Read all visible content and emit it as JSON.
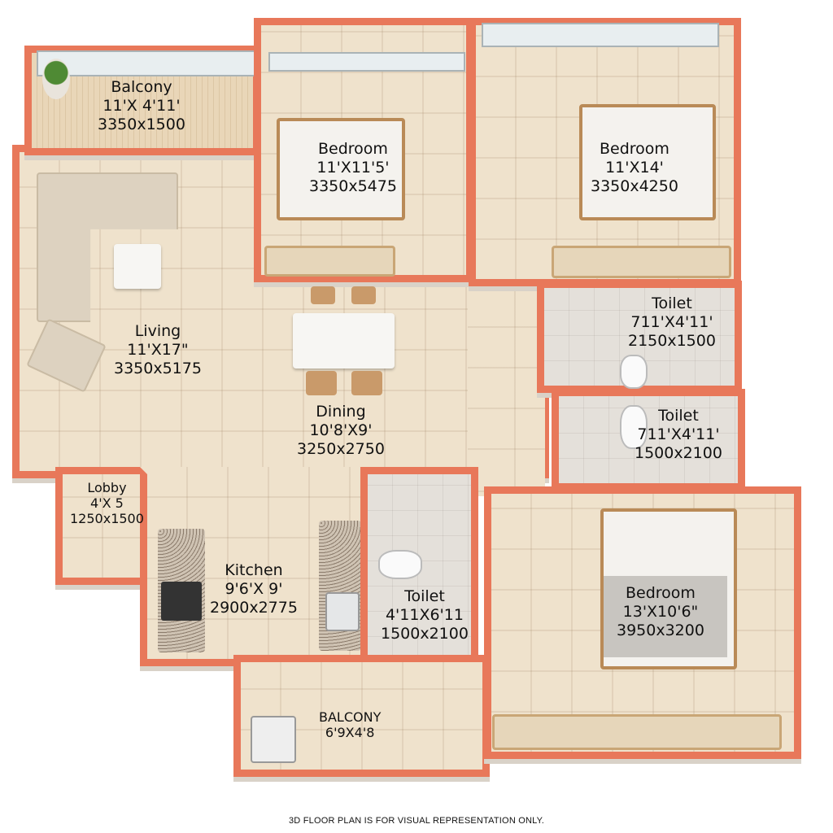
{
  "colors": {
    "wall": "#e8785a",
    "floor": "#efe2cc",
    "furniture_wood": "#b98a57"
  },
  "rooms": [
    {
      "name": "Balcony",
      "size_ft": "11'X 4'11'",
      "size_mm": "3350x1500"
    },
    {
      "name": "Bedroom",
      "size_ft": "11'X11'5'",
      "size_mm": "3350x5475"
    },
    {
      "name": "Bedroom",
      "size_ft": "11'X14'",
      "size_mm": "3350x4250"
    },
    {
      "name": "Living",
      "size_ft": "11'X17\"",
      "size_mm": "3350x5175"
    },
    {
      "name": "Toilet",
      "size_ft": "711'X4'11'",
      "size_mm": "2150x1500"
    },
    {
      "name": "Dining",
      "size_ft": "10'8'X9'",
      "size_mm": "3250x2750"
    },
    {
      "name": "Toilet",
      "size_ft": "711'X4'11'",
      "size_mm": "1500x2100"
    },
    {
      "name": "Lobby",
      "size_ft": "4'X 5",
      "size_mm": "1250x1500"
    },
    {
      "name": "Kitchen",
      "size_ft": "9'6'X 9'",
      "size_mm": "2900x2775"
    },
    {
      "name": "Toilet",
      "size_ft": "4'11X6'11",
      "size_mm": "1500x2100"
    },
    {
      "name": "Bedroom",
      "size_ft": "13'X10'6\"",
      "size_mm": "3950x3200"
    },
    {
      "name": "BALCONY",
      "size_ft": "6'9X4'8"
    }
  ],
  "footer_note": "3D FLOOR PLAN IS FOR VISUAL REPRESENTATION ONLY."
}
